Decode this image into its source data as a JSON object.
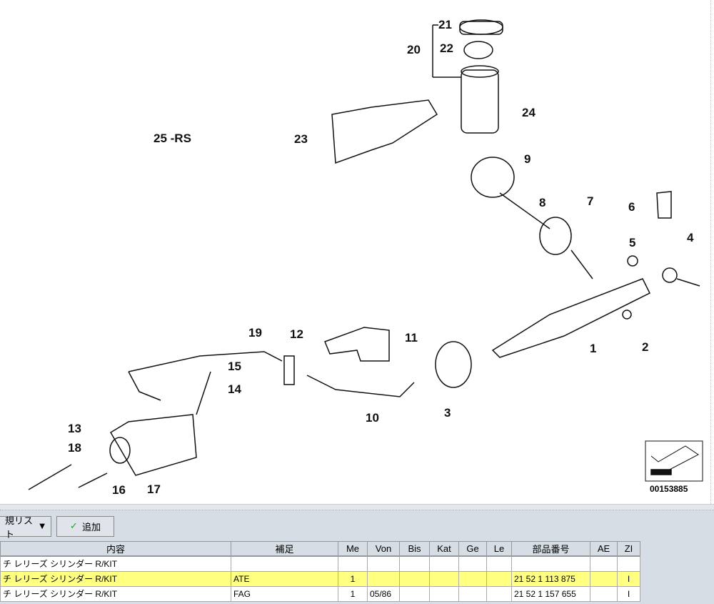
{
  "diagram": {
    "title": "25 -RS",
    "image_code": "00153885",
    "callouts": [
      "1",
      "2",
      "3",
      "4",
      "5",
      "6",
      "7",
      "8",
      "9",
      "10",
      "11",
      "12",
      "13",
      "14",
      "15",
      "16",
      "17",
      "18",
      "19",
      "20",
      "21",
      "22",
      "23",
      "24"
    ]
  },
  "toolbar": {
    "list_dropdown": "規リスト",
    "add_button": "追加"
  },
  "table": {
    "headers": [
      "内容",
      "補足",
      "Me",
      "Von",
      "Bis",
      "Kat",
      "Ge",
      "Le",
      "部品番号",
      "AE",
      "ZI"
    ],
    "rows": [
      [
        "チ レリーズ シリンダー R/KIT",
        "",
        "",
        "",
        "",
        "",
        "",
        "",
        "",
        "",
        ""
      ],
      [
        "チ レリーズ シリンダー R/KIT",
        "ATE",
        "1",
        "",
        "",
        "",
        "",
        "",
        "21 52 1 113 875",
        "",
        "I"
      ],
      [
        "チ レリーズ シリンダー R/KIT",
        "FAG",
        "1",
        "05/86",
        "",
        "",
        "",
        "",
        "21 52 1 157 655",
        "",
        "I"
      ]
    ],
    "selected_row": 1
  }
}
